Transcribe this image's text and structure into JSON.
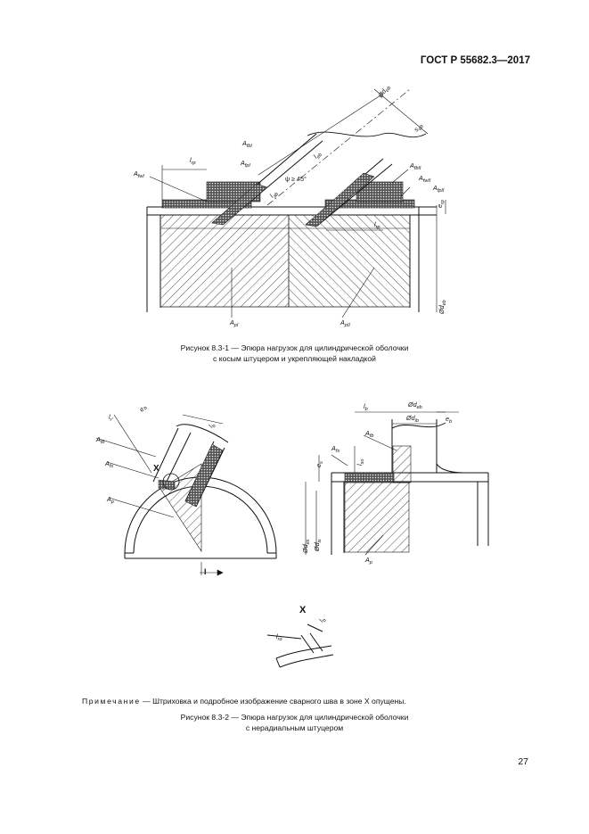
{
  "header": {
    "doc_code": "ГОСТ Р 55682.3—2017"
  },
  "figure1": {
    "labels": {
      "od_eb": "Ød",
      "od_eb_sub": "eb",
      "s_eb": "s",
      "s_eb_sub": "eb",
      "a_fb1": "A",
      "a_fb1_sub": "fbI",
      "a_fp1": "A",
      "a_fp1_sub": "fpI",
      "a_fw1": "A",
      "a_fw1_sub": "fwI",
      "l_rp": "l",
      "l_rp_sub": "rp",
      "l_eb": "l",
      "l_eb_sub": "eb",
      "psi": "ψ ≥ 45°",
      "a_fb2": "A",
      "a_fb2_sub": "fbII",
      "a_fw2": "A",
      "a_fw2_sub": "fwII",
      "a_fp2": "A",
      "a_fp2_sub": "fpII",
      "e_rp": "e",
      "e_rp_sub": "rp",
      "l_ab": "l",
      "l_ab_sub": "ab",
      "l_rp2": "l",
      "l_rp2_sub": "rp",
      "od_eb2": "Ød",
      "od_eb2_sub": "eb",
      "a_p1": "A",
      "a_p1_sub": "pI",
      "a_p2": "A",
      "a_p2_sub": "pII"
    },
    "caption_line1": "Рисунок 8.3-1 — Эпюра нагрузок для цилиндрической оболочки",
    "caption_line2": "с косым штуцером и укрепляющей накладкой"
  },
  "figure2": {
    "labels": {
      "l_e": "l",
      "l_e_sub": "r'",
      "e_b": "e",
      "e_b_sub": "b",
      "l_b": "l",
      "l_b_sub": "b",
      "a_fb": "A",
      "a_fb_sub": "fb",
      "a_fs": "A",
      "a_fs_sub": "fs",
      "x": "X",
      "a_p": "A",
      "a_p_sub": "p",
      "section_i": "I",
      "l_b2": "l",
      "l_b2_sub": "b",
      "od_eb": "Ød",
      "od_eb_sub": "eb",
      "od_ib": "Ød",
      "od_ib_sub": "ib",
      "e_b2": "e",
      "e_b2_sub": "b",
      "a_fs2": "A",
      "a_fs2_sub": "fs",
      "a_fb2": "A",
      "a_fb2_sub": "fb",
      "e_s": "e",
      "e_s_sub": "s",
      "l_so": "l",
      "l_so_sub": "so",
      "od_es": "Ød",
      "od_es_sub": "es",
      "od_is": "Ød",
      "od_is_sub": "is",
      "a_p2": "A",
      "a_p2_sub": "p"
    },
    "detail": {
      "x": "X",
      "l_b": "l",
      "l_b_sub": "b",
      "l_ro": "l",
      "l_ro_sub": "ro"
    }
  },
  "note": {
    "prefix": "Примечание",
    "text": " — Штриховка и подробное изображение сварного шва в зоне X опущены."
  },
  "figure2_caption": {
    "line1": "Рисунок 8.3-2 — Эпюра нагрузок для цилиндрической оболочки",
    "line2": "с нерадиальным штуцером"
  },
  "page_number": "27"
}
